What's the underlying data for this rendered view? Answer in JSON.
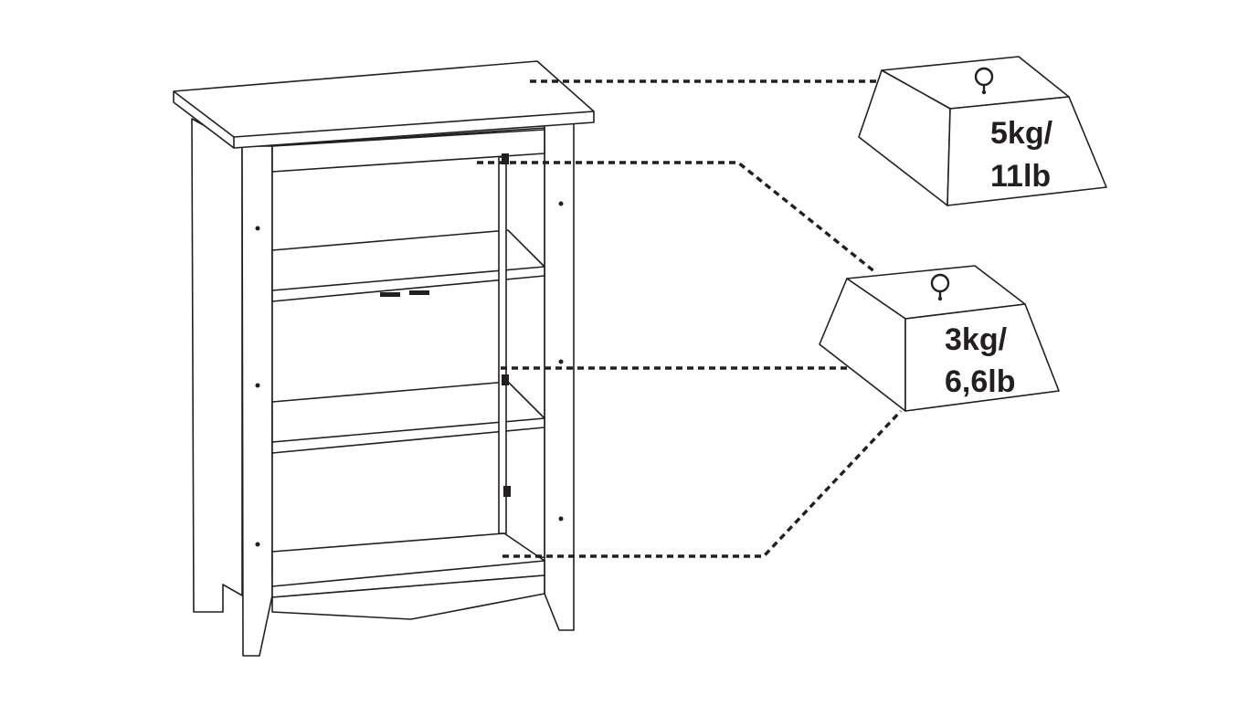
{
  "weights": [
    {
      "name": "top-weight",
      "line1": "5kg/",
      "line2": "11lb"
    },
    {
      "name": "shelf-weight",
      "line1": "3kg/",
      "line2": "6,6lb"
    }
  ],
  "colors": {
    "ink": "#231f20",
    "background": "#ffffff"
  },
  "icons": [
    "weight-icon",
    "weight-icon"
  ]
}
